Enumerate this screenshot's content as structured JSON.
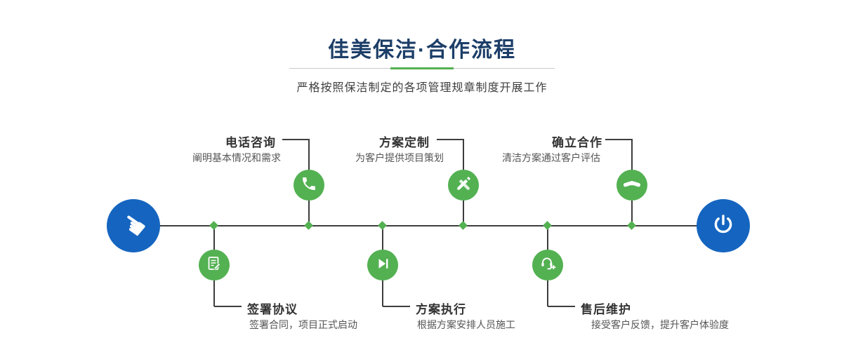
{
  "header": {
    "title": "佳美保洁·合作流程",
    "subtitle": "严格按照保洁制定的各项管理规章制度开展工作"
  },
  "colors": {
    "title_navy": "#1c3e68",
    "accent_green": "#53b152",
    "accent_blue": "#1565c0",
    "line_dark": "#3d3d3d"
  },
  "timeline": {
    "start_icon": "pointer-hand-icon",
    "end_icon": "power-icon"
  },
  "steps_top": [
    {
      "title": "电话咨询",
      "desc": "阐明基本情况和需求",
      "icon": "phone-icon"
    },
    {
      "title": "方案定制",
      "desc": "为客户提供项目策划",
      "icon": "design-pencil-icon"
    },
    {
      "title": "确立合作",
      "desc": "清洁方案通过客户评估",
      "icon": "handshake-icon"
    }
  ],
  "steps_bottom": [
    {
      "title": "签署协议",
      "desc": "签署合同，项目正式启动",
      "icon": "contract-sign-icon"
    },
    {
      "title": "方案执行",
      "desc": "根据方案安排人员施工",
      "icon": "play-execute-icon"
    },
    {
      "title": "售后维护",
      "desc": "接受客户反馈，提升客户体验度",
      "icon": "customer-service-icon"
    }
  ]
}
